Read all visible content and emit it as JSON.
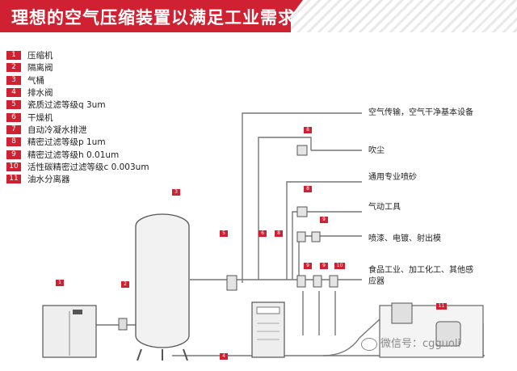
{
  "title": "理想的空气压缩装置以满足工业需求",
  "legend": [
    {
      "num": "1",
      "text": "压缩机"
    },
    {
      "num": "2",
      "text": "隔离阀"
    },
    {
      "num": "3",
      "text": "气桶"
    },
    {
      "num": "4",
      "text": "排水阀"
    },
    {
      "num": "5",
      "text": "瓷质过滤等级q 3um"
    },
    {
      "num": "6",
      "text": "干燥机"
    },
    {
      "num": "7",
      "text": "自动冷凝水排泄"
    },
    {
      "num": "8",
      "text": "精密过滤等级p 1um"
    },
    {
      "num": "9",
      "text": "精密过滤等级h 0.01um"
    },
    {
      "num": "10",
      "text": "活性碳精密过滤等级c 0.003um"
    },
    {
      "num": "11",
      "text": "油水分离器"
    }
  ],
  "uses": {
    "air_transport": "空气传输，空气干净基本设备",
    "blow_dust": "吹尘",
    "sandblast": "通用专业喷砂",
    "pneumatic_tools": "气动工具",
    "spray": "喷漆、电镀、射出模",
    "food_line1": "食品工业、加工化工、其他感",
    "food_line2": "应器"
  },
  "tags": {
    "t1": "1",
    "t2": "2",
    "t3": "3",
    "t4": "4",
    "t5": "5",
    "t6": "6",
    "t8a": "8",
    "t8b": "8",
    "t8c": "8",
    "t9a": "9",
    "t9b": "9",
    "t9c": "9",
    "t10": "10",
    "t11": "11"
  },
  "watermark": "微信号：cgguoli",
  "colors": {
    "accent": "#cf2131",
    "line": "#666666",
    "bg": "#ffffff"
  }
}
